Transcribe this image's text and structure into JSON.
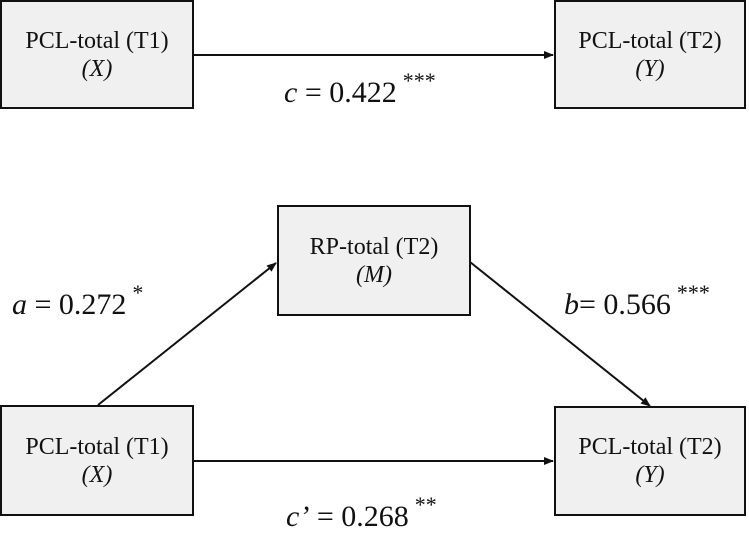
{
  "top_model": {
    "x_box": {
      "name": "PCL-total (T1)",
      "role": "(X)"
    },
    "y_box": {
      "name": "PCL-total (T2)",
      "role": "(Y)"
    },
    "path_c": {
      "symbol": "c",
      "eq": " = 0.422",
      "sig": "***"
    }
  },
  "mediation_model": {
    "m_box": {
      "name": "RP-total (T2)",
      "role": "(M)"
    },
    "x_box": {
      "name": "PCL-total (T1)",
      "role": "(X)"
    },
    "y_box": {
      "name": "PCL-total (T2)",
      "role": "(Y)"
    },
    "path_a": {
      "symbol": "a",
      "eq": " = 0.272",
      "sig": "*"
    },
    "path_b": {
      "symbol": "b",
      "eq": "= 0.566",
      "sig": "***"
    },
    "path_c_prime": {
      "symbol": "c’",
      "eq": " = 0.268",
      "sig": "**"
    }
  },
  "colors": {
    "box_fill": "#f0f0f0",
    "stroke": "#111111",
    "background": "#ffffff"
  }
}
